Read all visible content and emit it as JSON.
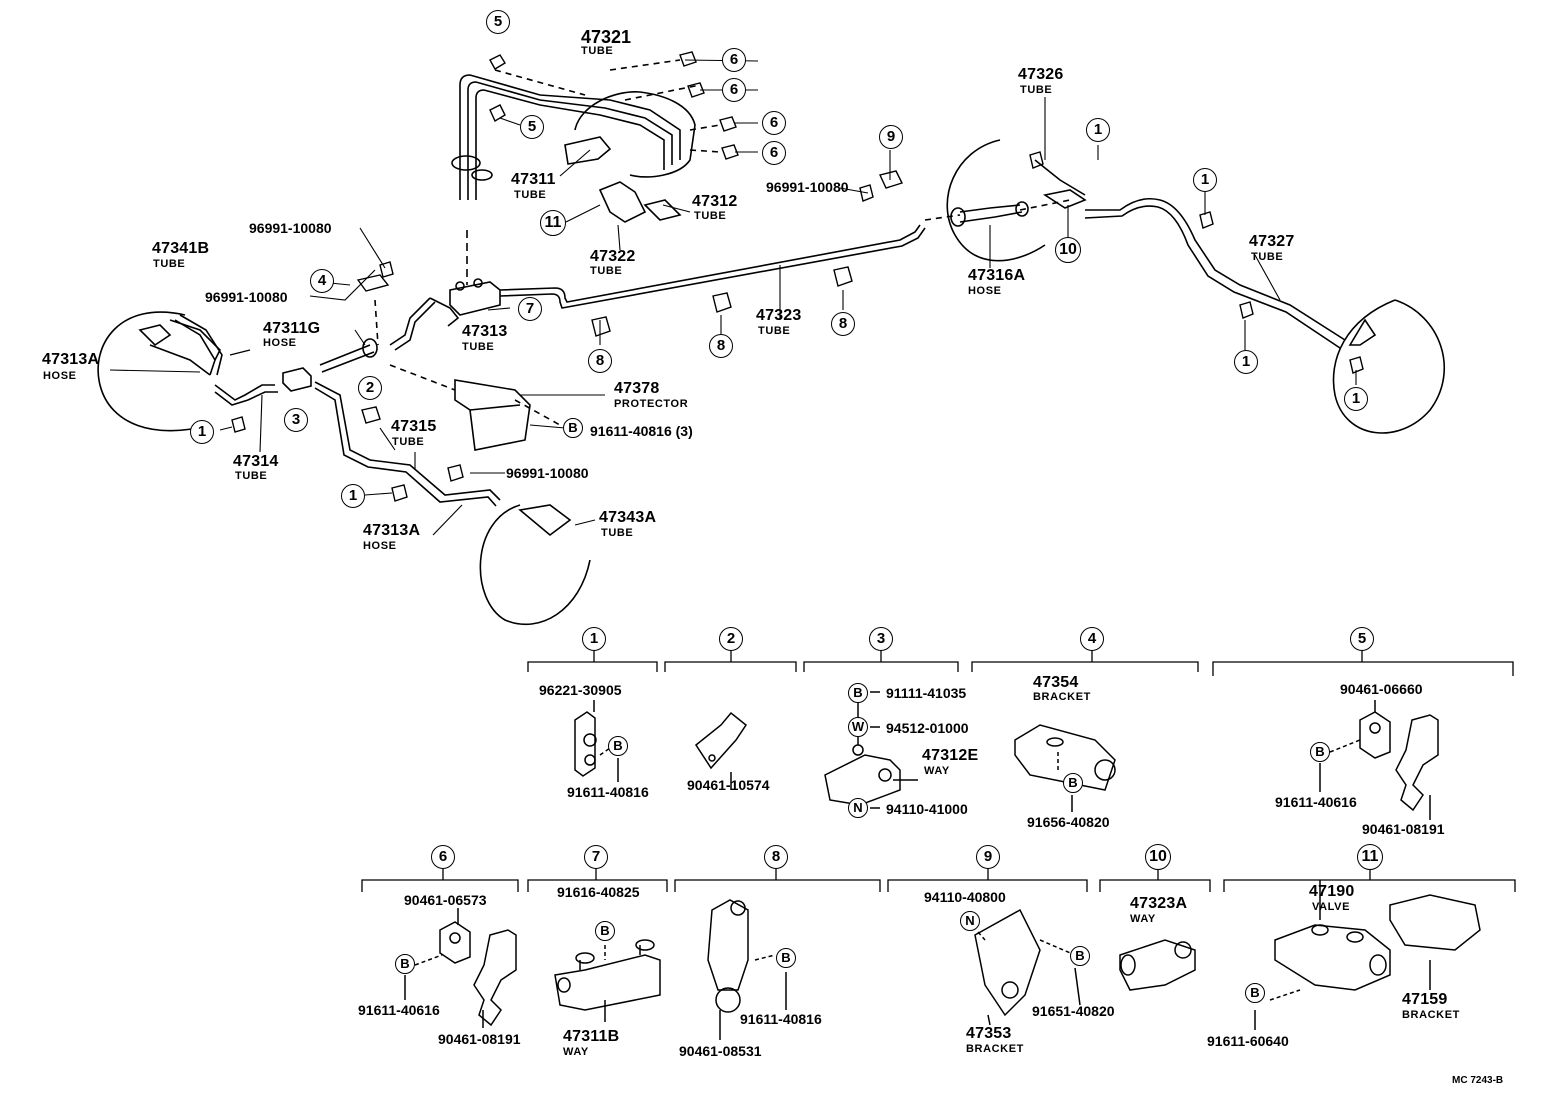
{
  "diagram_code": "MC 7243-B",
  "callouts": {
    "c1": "1",
    "c2": "2",
    "c3": "3",
    "c4": "4",
    "c5": "5",
    "c6": "6",
    "c7": "7",
    "c8": "8",
    "c9": "9",
    "c10": "10",
    "c11": "11",
    "b": "B",
    "w": "W",
    "n": "N"
  },
  "main_parts": {
    "p47321": {
      "number": "47321",
      "name": "TUBE"
    },
    "p47311": {
      "number": "47311",
      "name": "TUBE"
    },
    "p47312": {
      "number": "47312",
      "name": "TUBE"
    },
    "p47322": {
      "number": "47322",
      "name": "TUBE"
    },
    "p47341B": {
      "number": "47341B",
      "name": "TUBE"
    },
    "p47313A_l": {
      "number": "47313A",
      "name": "HOSE"
    },
    "p47311G": {
      "number": "47311G",
      "name": "HOSE"
    },
    "p47313": {
      "number": "47313",
      "name": "TUBE"
    },
    "p47314": {
      "number": "47314",
      "name": "TUBE"
    },
    "p47315": {
      "number": "47315",
      "name": "TUBE"
    },
    "p47313A_b": {
      "number": "47313A",
      "name": "HOSE"
    },
    "p47343A": {
      "number": "47343A",
      "name": "TUBE"
    },
    "p47378": {
      "number": "47378",
      "name": "PROTECTOR"
    },
    "p47323": {
      "number": "47323",
      "name": "TUBE"
    },
    "p47326": {
      "number": "47326",
      "name": "TUBE"
    },
    "p47316A": {
      "number": "47316A",
      "name": "HOSE"
    },
    "p47327": {
      "number": "47327",
      "name": "TUBE"
    }
  },
  "part_numbers": {
    "n96991_a": "96991-10080",
    "n96991_b": "96991-10080",
    "n96991_c": "96991-10080",
    "n96991_d": "96991-10080",
    "n91611_40816_3": "91611-40816 (3)"
  },
  "groups": {
    "g1": {
      "parts": [
        "96221-30905",
        "91611-40816"
      ]
    },
    "g2": {
      "parts": [
        "90461-10574"
      ]
    },
    "g3": {
      "parts": [
        "91111-41035",
        "94512-01000",
        "94110-41000"
      ],
      "sub": {
        "number": "47312E",
        "name": "WAY"
      }
    },
    "g4": {
      "parts": [
        "91656-40820"
      ],
      "sub": {
        "number": "47354",
        "name": "BRACKET"
      }
    },
    "g5": {
      "parts": [
        "90461-06660",
        "91611-40616",
        "90461-08191"
      ]
    },
    "g6": {
      "parts": [
        "90461-06573",
        "91611-40616",
        "90461-08191"
      ]
    },
    "g7": {
      "parts": [
        "91616-40825"
      ],
      "sub": {
        "number": "47311B",
        "name": "WAY"
      }
    },
    "g8": {
      "parts": [
        "91611-40816",
        "90461-08531"
      ]
    },
    "g9": {
      "parts": [
        "94110-40800",
        "91651-40820"
      ],
      "sub": {
        "number": "47353",
        "name": "BRACKET"
      }
    },
    "g10": {
      "sub": {
        "number": "47323A",
        "name": "WAY"
      }
    },
    "g11": {
      "parts": [
        "91611-60640"
      ],
      "sub": {
        "number": "47190",
        "name": "VALVE"
      },
      "sub2": {
        "number": "47159",
        "name": "BRACKET"
      }
    }
  }
}
